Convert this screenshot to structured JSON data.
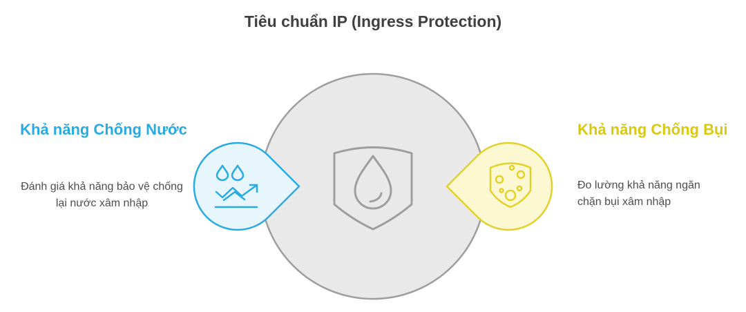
{
  "title": "Tiêu chuẩn IP (Ingress Protection)",
  "left": {
    "heading": "Khả năng Chống Nước",
    "description": "Đánh giá khả năng bảo vệ chống lại nước xâm nhập",
    "icon": "water-drops-trend-icon"
  },
  "right": {
    "heading": "Khả năng Chống Bụi",
    "description": "Đo lường khả năng ngăn chặn bụi xâm nhập",
    "icon": "dust-particles-icon"
  },
  "center": {
    "icon": "shield-water-drop-icon"
  },
  "colors": {
    "water": "#29ABE2",
    "water_fill": "#E6F6FC",
    "dust": "#E3D12A",
    "dust_fill": "#FBF8D2",
    "center_fill": "#E9E9E9",
    "center_stroke": "#9E9E9E",
    "title": "#404040",
    "text": "#4d4d4d"
  }
}
